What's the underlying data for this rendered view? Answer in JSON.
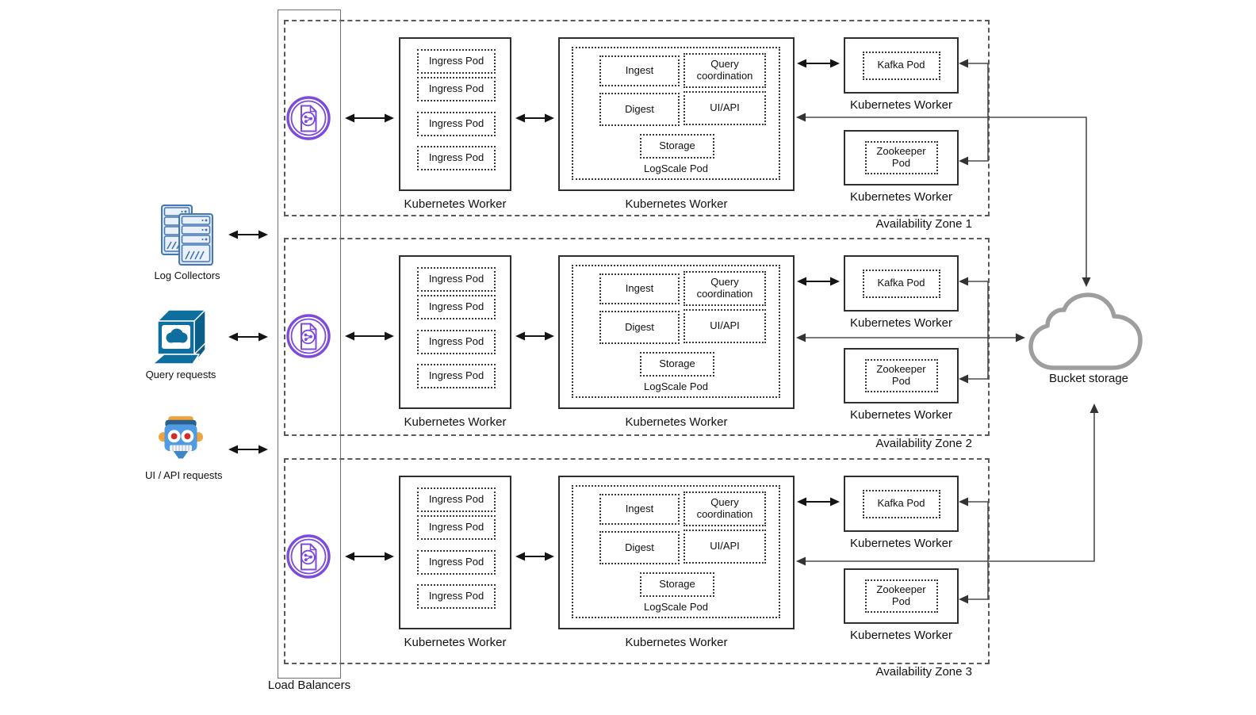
{
  "sources": [
    {
      "label": "Log Collectors",
      "icon": "server-stack-icon"
    },
    {
      "label": "Query requests",
      "icon": "terminal-cloud-icon"
    },
    {
      "label": "UI / API requests",
      "icon": "robot-icon"
    }
  ],
  "load_balancers": {
    "label": "Load Balancers",
    "icon": "load-balancer-icon"
  },
  "zones": [
    {
      "label": "Availability Zone 1"
    },
    {
      "label": "Availability Zone 2"
    },
    {
      "label": "Availability Zone 3"
    }
  ],
  "zone_common": {
    "worker_label": "Kubernetes Worker",
    "ingress_pods": [
      "Ingress Pod",
      "Ingress Pod",
      "Ingress Pod",
      "Ingress Pod"
    ],
    "logscale": {
      "ingest": "Ingest",
      "query_coordination": "Query coordination",
      "digest": "Digest",
      "ui_api": "UI/API",
      "storage": "Storage",
      "pod_label": "LogScale Pod"
    },
    "kafka_pod": "Kafka Pod",
    "zookeeper_pod": "Zookeeper Pod"
  },
  "bucket_storage": {
    "label": "Bucket storage",
    "icon": "cloud-icon"
  },
  "colors": {
    "accent_purple": "#7C4BDB",
    "source_teal": "#0E6F9F",
    "server_blue": "#4577B3",
    "robot_blue": "#4F9BE4",
    "robot_orange": "#F1A33A",
    "cloud_gray": "#9E9E9E",
    "line_dark": "#141414",
    "line_gray": "#4D4D4D"
  }
}
